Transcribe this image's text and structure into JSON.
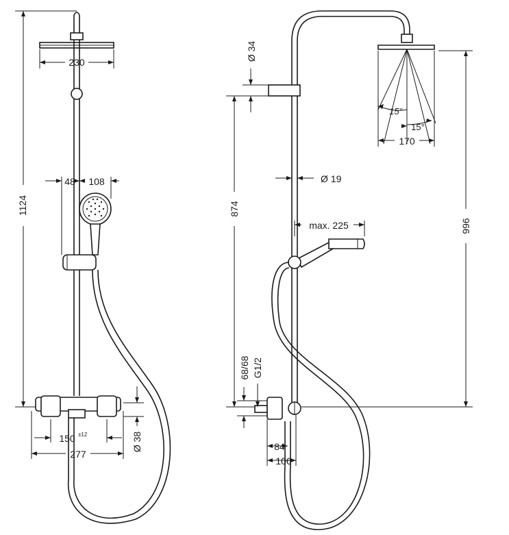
{
  "front_view": {
    "head_width": "230",
    "total_height": "1124",
    "offset_48": "48",
    "hand_width": "108",
    "thermo_center": "150",
    "thermo_tolerance": "±12",
    "thermo_width": "277",
    "pipe_diameter": "Ø 38"
  },
  "side_view": {
    "bar_diameter": "Ø 34",
    "height_874": "874",
    "rail_diameter": "Ø 19",
    "arm_reach": "max. 225",
    "height_996": "996",
    "spacing": "68/68",
    "thread": "G1/2",
    "depth_84": "84",
    "depth_106": "106",
    "angle_left": "15°",
    "angle_right": "15°",
    "head_diameter": "170"
  }
}
